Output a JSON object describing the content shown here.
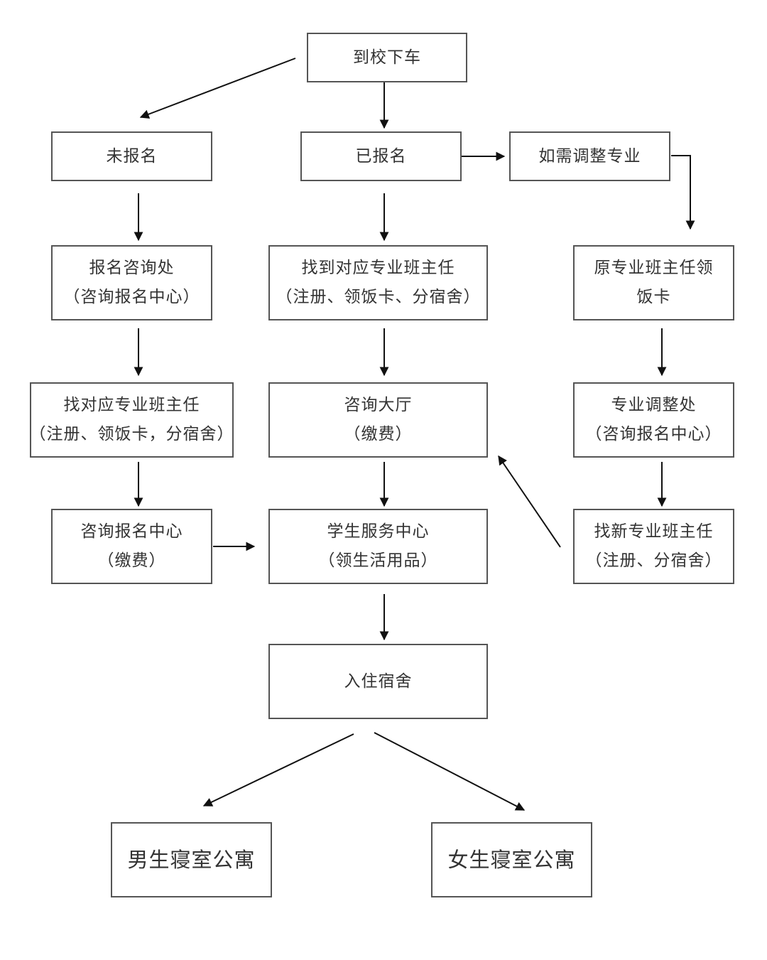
{
  "nodes": {
    "arrive": {
      "line1": "到校下车"
    },
    "not_registered": {
      "line1": "未报名"
    },
    "registered": {
      "line1": "已报名"
    },
    "adjust_major": {
      "line1": "如需调整专业"
    },
    "reg_consult": {
      "line1": "报名咨询处",
      "line2": "（咨询报名中心）"
    },
    "find_teacher": {
      "line1": "找到对应专业班主任",
      "line2": "（注册、领饭卡、分宿舍）"
    },
    "orig_teacher": {
      "line1": "原专业班主任领",
      "line2": "饭卡"
    },
    "find_teacher_left": {
      "line1": "找对应专业班主任",
      "line2": "（注册、领饭卡，分宿舍）"
    },
    "consult_hall": {
      "line1": "咨询大厅",
      "line2": "（缴费）"
    },
    "adjust_office": {
      "line1": "专业调整处",
      "line2": "（咨询报名中心）"
    },
    "consult_center": {
      "line1": "咨询报名中心",
      "line2": "（缴费）"
    },
    "student_service": {
      "line1": "学生服务中心",
      "line2": "（领生活用品）"
    },
    "new_teacher": {
      "line1": "找新专业班主任",
      "line2": "（注册、分宿舍）"
    },
    "dorm_checkin": {
      "line1": "入住宿舍"
    },
    "male_dorm": {
      "line1": "男生寝室公寓"
    },
    "female_dorm": {
      "line1": "女生寝室公寓"
    }
  },
  "colors": {
    "border": "#555555",
    "arrow": "#111111",
    "text": "#333333"
  }
}
